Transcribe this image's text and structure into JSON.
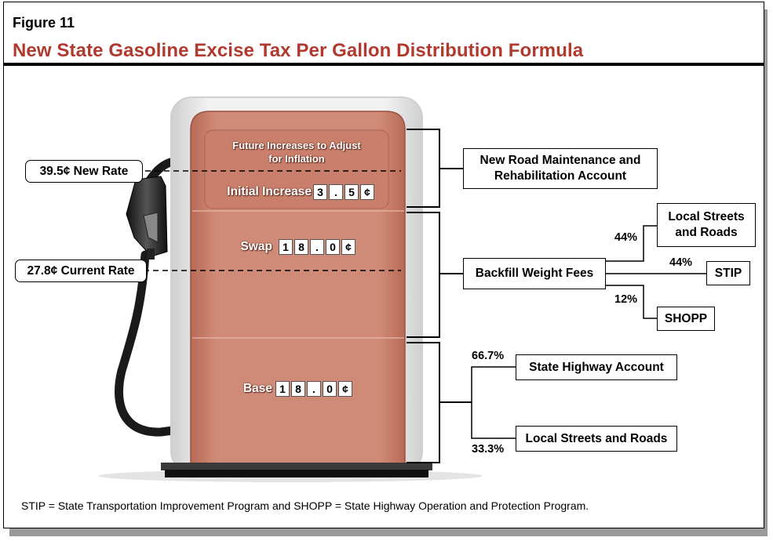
{
  "figure": {
    "label": "Figure 11",
    "title": "New State Gasoline Excise Tax Per Gallon Distribution Formula"
  },
  "rates": {
    "new_rate": "39.5¢ New Rate",
    "current_rate": "27.8¢ Current Rate"
  },
  "pump": {
    "future_text": "Future Increases to Adjust for Inflation",
    "initial": {
      "label": "Initial Increase",
      "digits": [
        "3",
        ".",
        "5",
        "¢"
      ]
    },
    "swap": {
      "label": "Swap",
      "digits": [
        "1",
        "8",
        ".",
        "0",
        "¢"
      ]
    },
    "base": {
      "label": "Base",
      "digits": [
        "1",
        "8",
        ".",
        "0",
        "¢"
      ]
    }
  },
  "accounts": {
    "new_road": "New Road Maintenance and Rehabilitation Account",
    "backfill": "Backfill Weight Fees",
    "local_streets_small": "Local Streets and Roads",
    "stip": "STIP",
    "shopp": "SHOPP",
    "state_highway": "State Highway Account",
    "local_streets_large": "Local Streets and Roads"
  },
  "percentages": {
    "backfill_local": "44%",
    "backfill_stip": "44%",
    "backfill_shopp": "12%",
    "base_highway": "66.7%",
    "base_local": "33.3%"
  },
  "footnote": "STIP = State Transportation Improvement Program and SHOPP = State Highway Operation and Protection Program.",
  "colors": {
    "title": "#b03a2e",
    "pump_body": "#c8826e",
    "pump_frame": "#e6e6e6"
  }
}
